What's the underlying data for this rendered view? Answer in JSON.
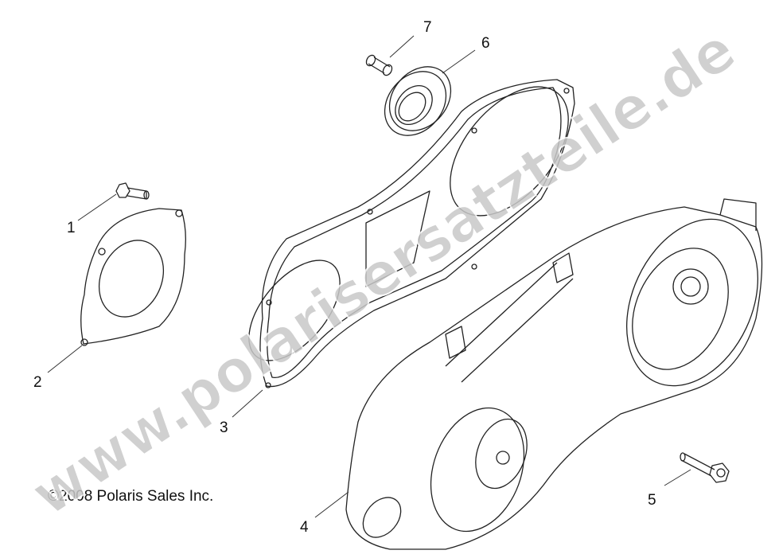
{
  "diagram": {
    "callouts": [
      "1",
      "2",
      "3",
      "4",
      "5",
      "6",
      "7"
    ],
    "copyright": "©2008 Polaris Sales Inc.",
    "watermark": "www.polarisersatzteile.de"
  }
}
